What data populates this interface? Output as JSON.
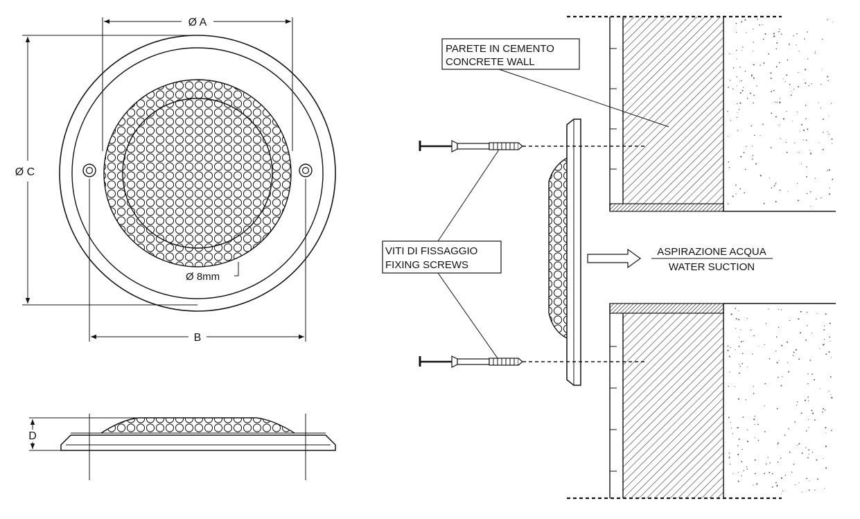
{
  "dimensions": {
    "diameter_a": "Ø A",
    "dimension_b": "B",
    "diameter_c": "Ø C",
    "height_d": "D",
    "hole_diameter": "Ø 8mm"
  },
  "labels": {
    "concrete_wall_it": "PARETE IN CEMENTO",
    "concrete_wall_en": "CONCRETE WALL",
    "fixing_screws_it": "VITI DI FISSAGGIO",
    "fixing_screws_en": "FIXING SCREWS",
    "water_suction_it": "ASPIRAZIONE ACQUA",
    "water_suction_en": "WATER SUCTION"
  },
  "colors": {
    "line": "#111111",
    "background": "#ffffff",
    "stipple": "#555555"
  }
}
